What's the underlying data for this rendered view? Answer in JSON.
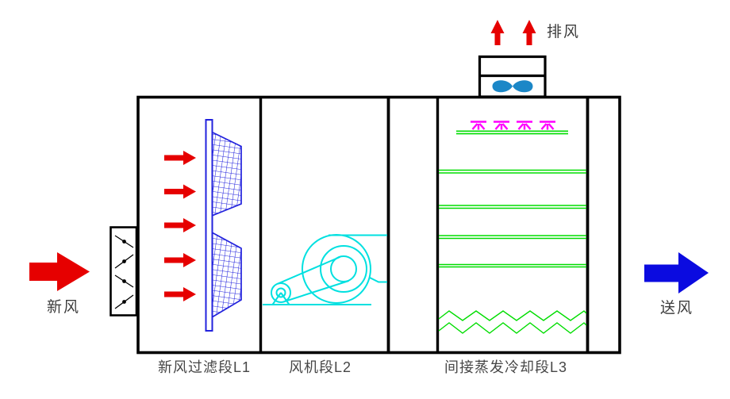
{
  "diagram": {
    "type": "air-handling-unit-schematic",
    "flow_labels": {
      "fresh_air": "新风",
      "exhaust_air": "排风",
      "supply_air": "送风"
    },
    "sections": [
      {
        "id": "L1",
        "label": "新风过滤段L1"
      },
      {
        "id": "L2",
        "label": "风机段L2"
      },
      {
        "id": "L3",
        "label": "间接蒸发冷却段L3"
      }
    ],
    "components": {
      "intake_damper": "louver-damper",
      "damper_blades_count": 4,
      "intake_flow_arrows_count": 5,
      "filter_bags_count": 2,
      "fan": "centrifugal-fan-belt-drive",
      "exhaust_fan": "axial-fan",
      "spray_nozzles_count": 4,
      "cooling_plate_rows_count": 4,
      "sump_water_zigzag_count": 2,
      "exhaust_arrows_count": 2
    },
    "colors": {
      "casing": "#000000",
      "fresh_air_arrow": "#e60000",
      "exhaust_arrow": "#e60000",
      "supply_air_arrow": "#0b0be0",
      "filter": "#2222dd",
      "fan": "#00e0e0",
      "exhaust_fan": "#1b87c7",
      "cooling_lines": "#00dd00",
      "spray": "#ff00ff",
      "label_text": "#3d3d3d"
    }
  }
}
